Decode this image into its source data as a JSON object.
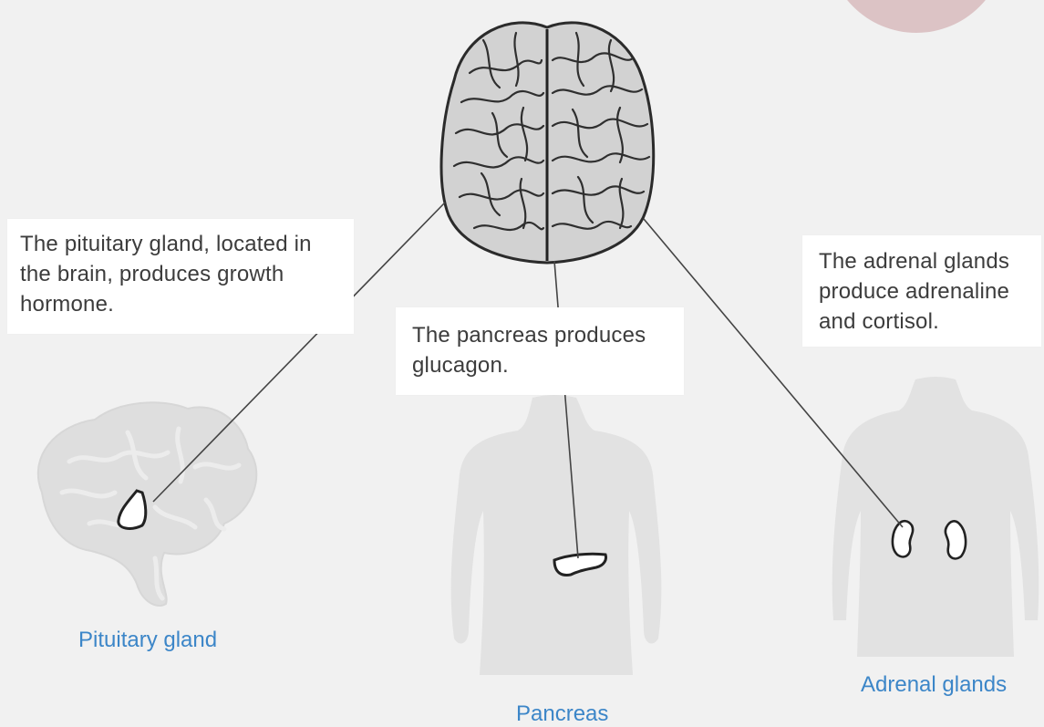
{
  "callouts": {
    "pituitary": "The pituitary gland, located in the brain, produces growth hormone.",
    "pancreas": "The pancreas produces glucagon.",
    "adrenal": "The adrenal glands produce adrenaline and cortisol."
  },
  "captions": {
    "pituitary": "Pituitary gland",
    "pancreas": "Pancreas",
    "adrenal": "Adrenal glands"
  },
  "colors": {
    "background": "#f1f1f1",
    "caption_blue": "#3c86c8",
    "callout_text": "#3c3c3c",
    "connector": "#444444",
    "corner_circle": "#dcc3c5"
  },
  "icons": [
    "brain-top-icon",
    "brain-side-icon",
    "pituitary-gland-icon",
    "torso-silhouette-icon",
    "pancreas-icon",
    "kidney-icon"
  ]
}
